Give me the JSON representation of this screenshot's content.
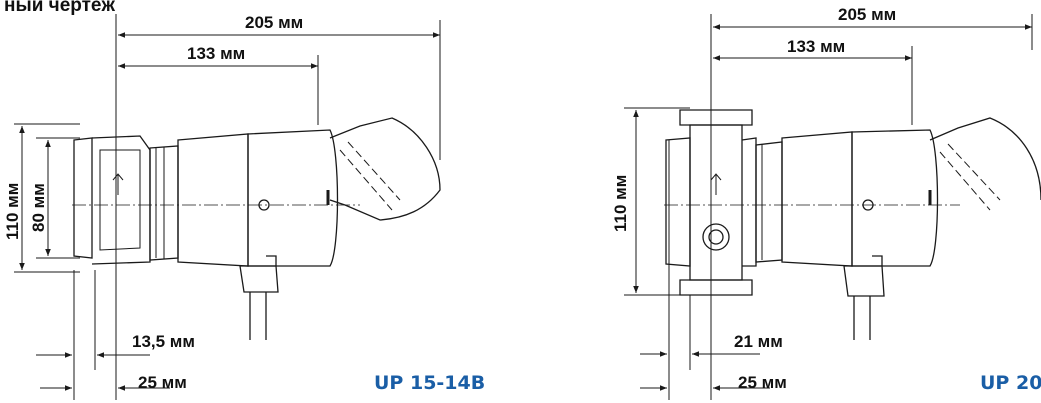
{
  "header": {
    "title_fragment": "ный чертёж"
  },
  "left_drawing": {
    "dim_total_length": "205 мм",
    "dim_motor_length": "133 мм",
    "dim_height_outer": "110 мм",
    "dim_height_inner": "80 мм",
    "dim_offset_small": "13,5 мм",
    "dim_offset_large": "25 мм",
    "model": "UP 15-14B"
  },
  "right_drawing": {
    "dim_total_length": "205 мм",
    "dim_motor_length": "133 мм",
    "dim_height_outer": "110 мм",
    "dim_offset_small": "21 мм",
    "dim_offset_large": "25 мм",
    "model": "UP 20"
  },
  "colors": {
    "line": "#1a1a1a",
    "model_text": "#1a5ea6",
    "background": "#ffffff"
  }
}
